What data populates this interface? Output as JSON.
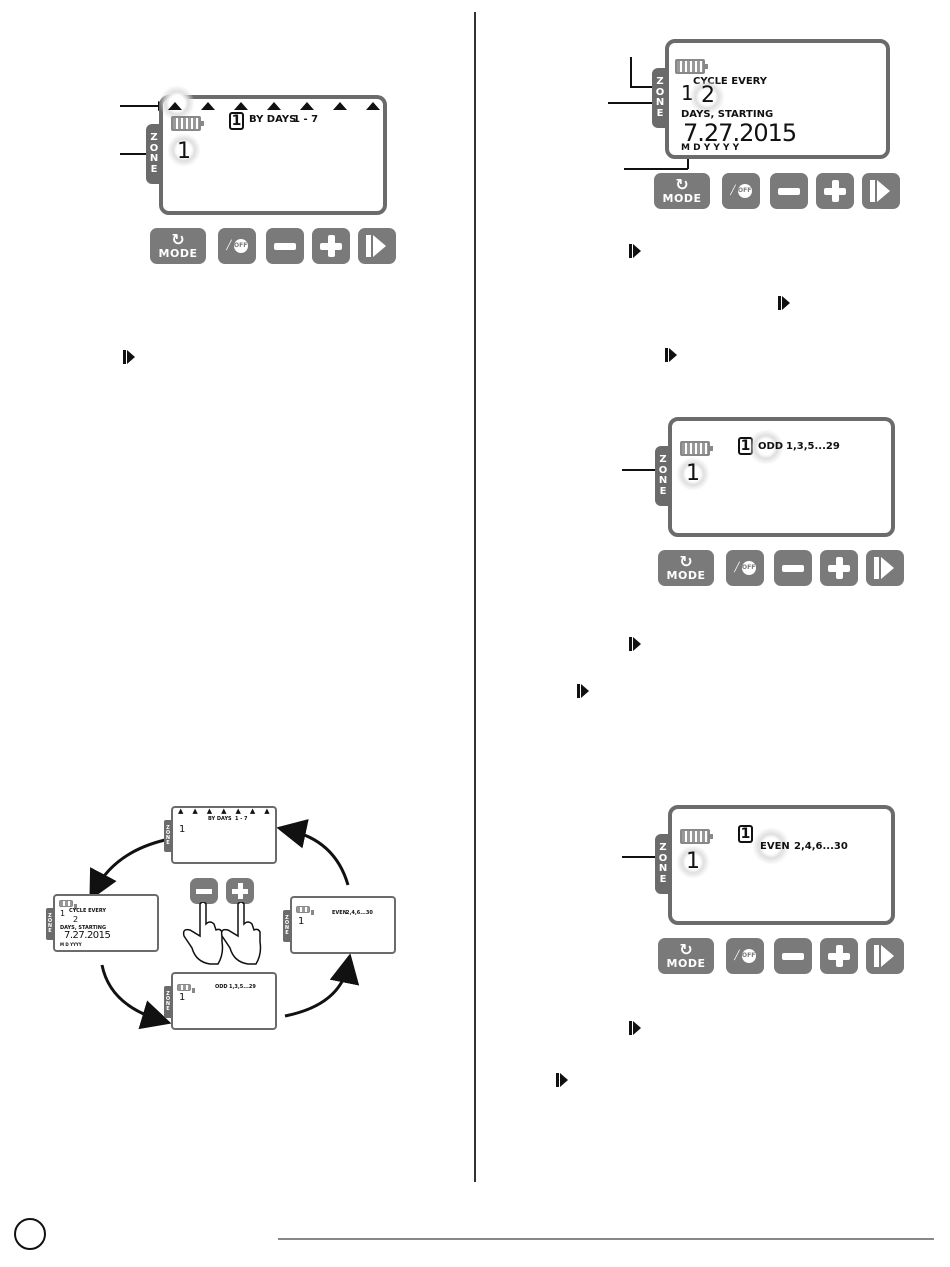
{
  "colors": {
    "lcd_border": "#6b6b6b",
    "button": "#7a7a7a",
    "ink": "#111111"
  },
  "zone_label": [
    "Z",
    "O",
    "N",
    "E"
  ],
  "buttons": {
    "mode_label": "MODE",
    "off_label": "OFF",
    "mode_icon": "cycle-arrow-icon",
    "off_icon": "sprinkler-off-icon",
    "minus_icon": "minus-icon",
    "plus_icon": "plus-icon",
    "next_icon": "next-arrow-icon"
  },
  "screen_by_days": {
    "mode": "BY DAYS",
    "range": "1 - 7",
    "zone_number": "1"
  },
  "screen_cycle": {
    "line1": "CYCLE EVERY",
    "zone_number": "1",
    "cycle_value": "2",
    "line2": "DAYS, STARTING",
    "date": "7.27.2015",
    "date_legend": "M   D  Y Y Y Y"
  },
  "screen_odd": {
    "mode": "ODD",
    "days": "1,3,5...29",
    "zone_number": "1"
  },
  "screen_even": {
    "mode": "EVEN",
    "days": "2,4,6...30",
    "zone_number": "1"
  },
  "diagram": {
    "by_days": {
      "mode": "BY DAYS",
      "range": "1 - 7",
      "zone_number": "1"
    },
    "cycle": {
      "line1": "CYCLE EVERY",
      "zone_number": "1",
      "cycle_value": "2",
      "line2": "DAYS, STARTING",
      "date": "7.27.2015",
      "date_legend": "M  D YYYY"
    },
    "odd": {
      "mode": "ODD",
      "days": "1,3,5...29",
      "zone_number": "1"
    },
    "even": {
      "mode": "EVEN",
      "days": "2,4,6...30",
      "zone_number": "1"
    }
  }
}
